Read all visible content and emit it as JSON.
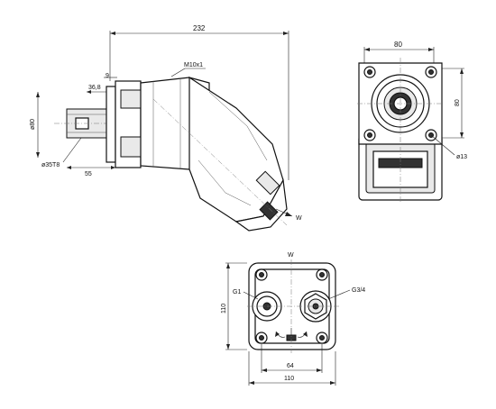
{
  "labels": {
    "dim_232": "232",
    "dim_9": "9",
    "dim_36_8": "36,8",
    "m10": "M10x1",
    "dia80": "ø80",
    "dia35": "ø35T8",
    "dim_55": "55",
    "w_arrow": "W",
    "top_80": "80",
    "side_80": "80",
    "dia13": "ø13",
    "w_title": "W",
    "g1": "G1",
    "g34": "G3/4",
    "h110": "110",
    "dim_64": "64",
    "bottom_110": "110"
  }
}
